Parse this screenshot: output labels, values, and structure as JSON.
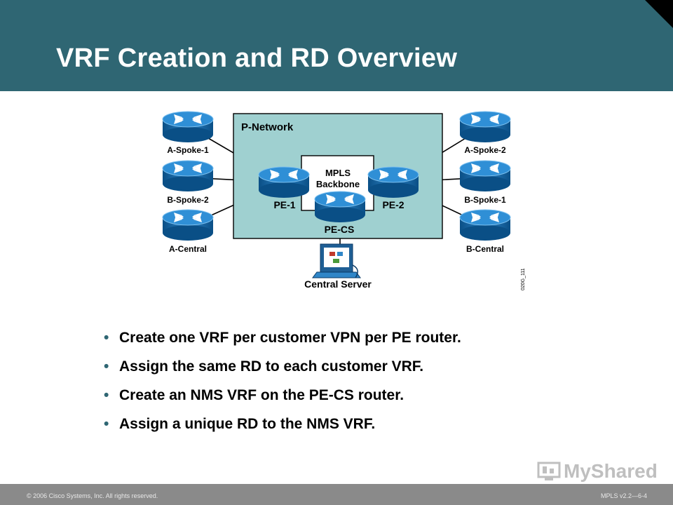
{
  "slide": {
    "title": "VRF Creation and RD Overview",
    "accent_color": "#2f6673"
  },
  "diagram": {
    "cloud_label": "P-Network",
    "backbone_label_line1": "MPLS",
    "backbone_label_line2": "Backbone",
    "routers": {
      "a_spoke_1": "A-Spoke-1",
      "b_spoke_2": "B-Spoke-2",
      "a_central": "A-Central",
      "a_spoke_2": "A-Spoke-2",
      "b_spoke_1": "B-Spoke-1",
      "b_central": "B-Central",
      "pe_1": "PE-1",
      "pe_2": "PE-2",
      "pe_cs": "PE-CS"
    },
    "server_label": "Central Server",
    "figure_id": "020G_111"
  },
  "bullets": [
    "Create one VRF per customer VPN per PE router.",
    "Assign the same RD to each customer VRF.",
    "Create an NMS VRF on the PE-CS router.",
    "Assign a unique RD to the NMS VRF."
  ],
  "footer": {
    "copyright": "© 2006 Cisco Systems, Inc. All rights reserved.",
    "course": "MPLS v2.2—6-4"
  },
  "watermark": {
    "text": "MyShared"
  }
}
